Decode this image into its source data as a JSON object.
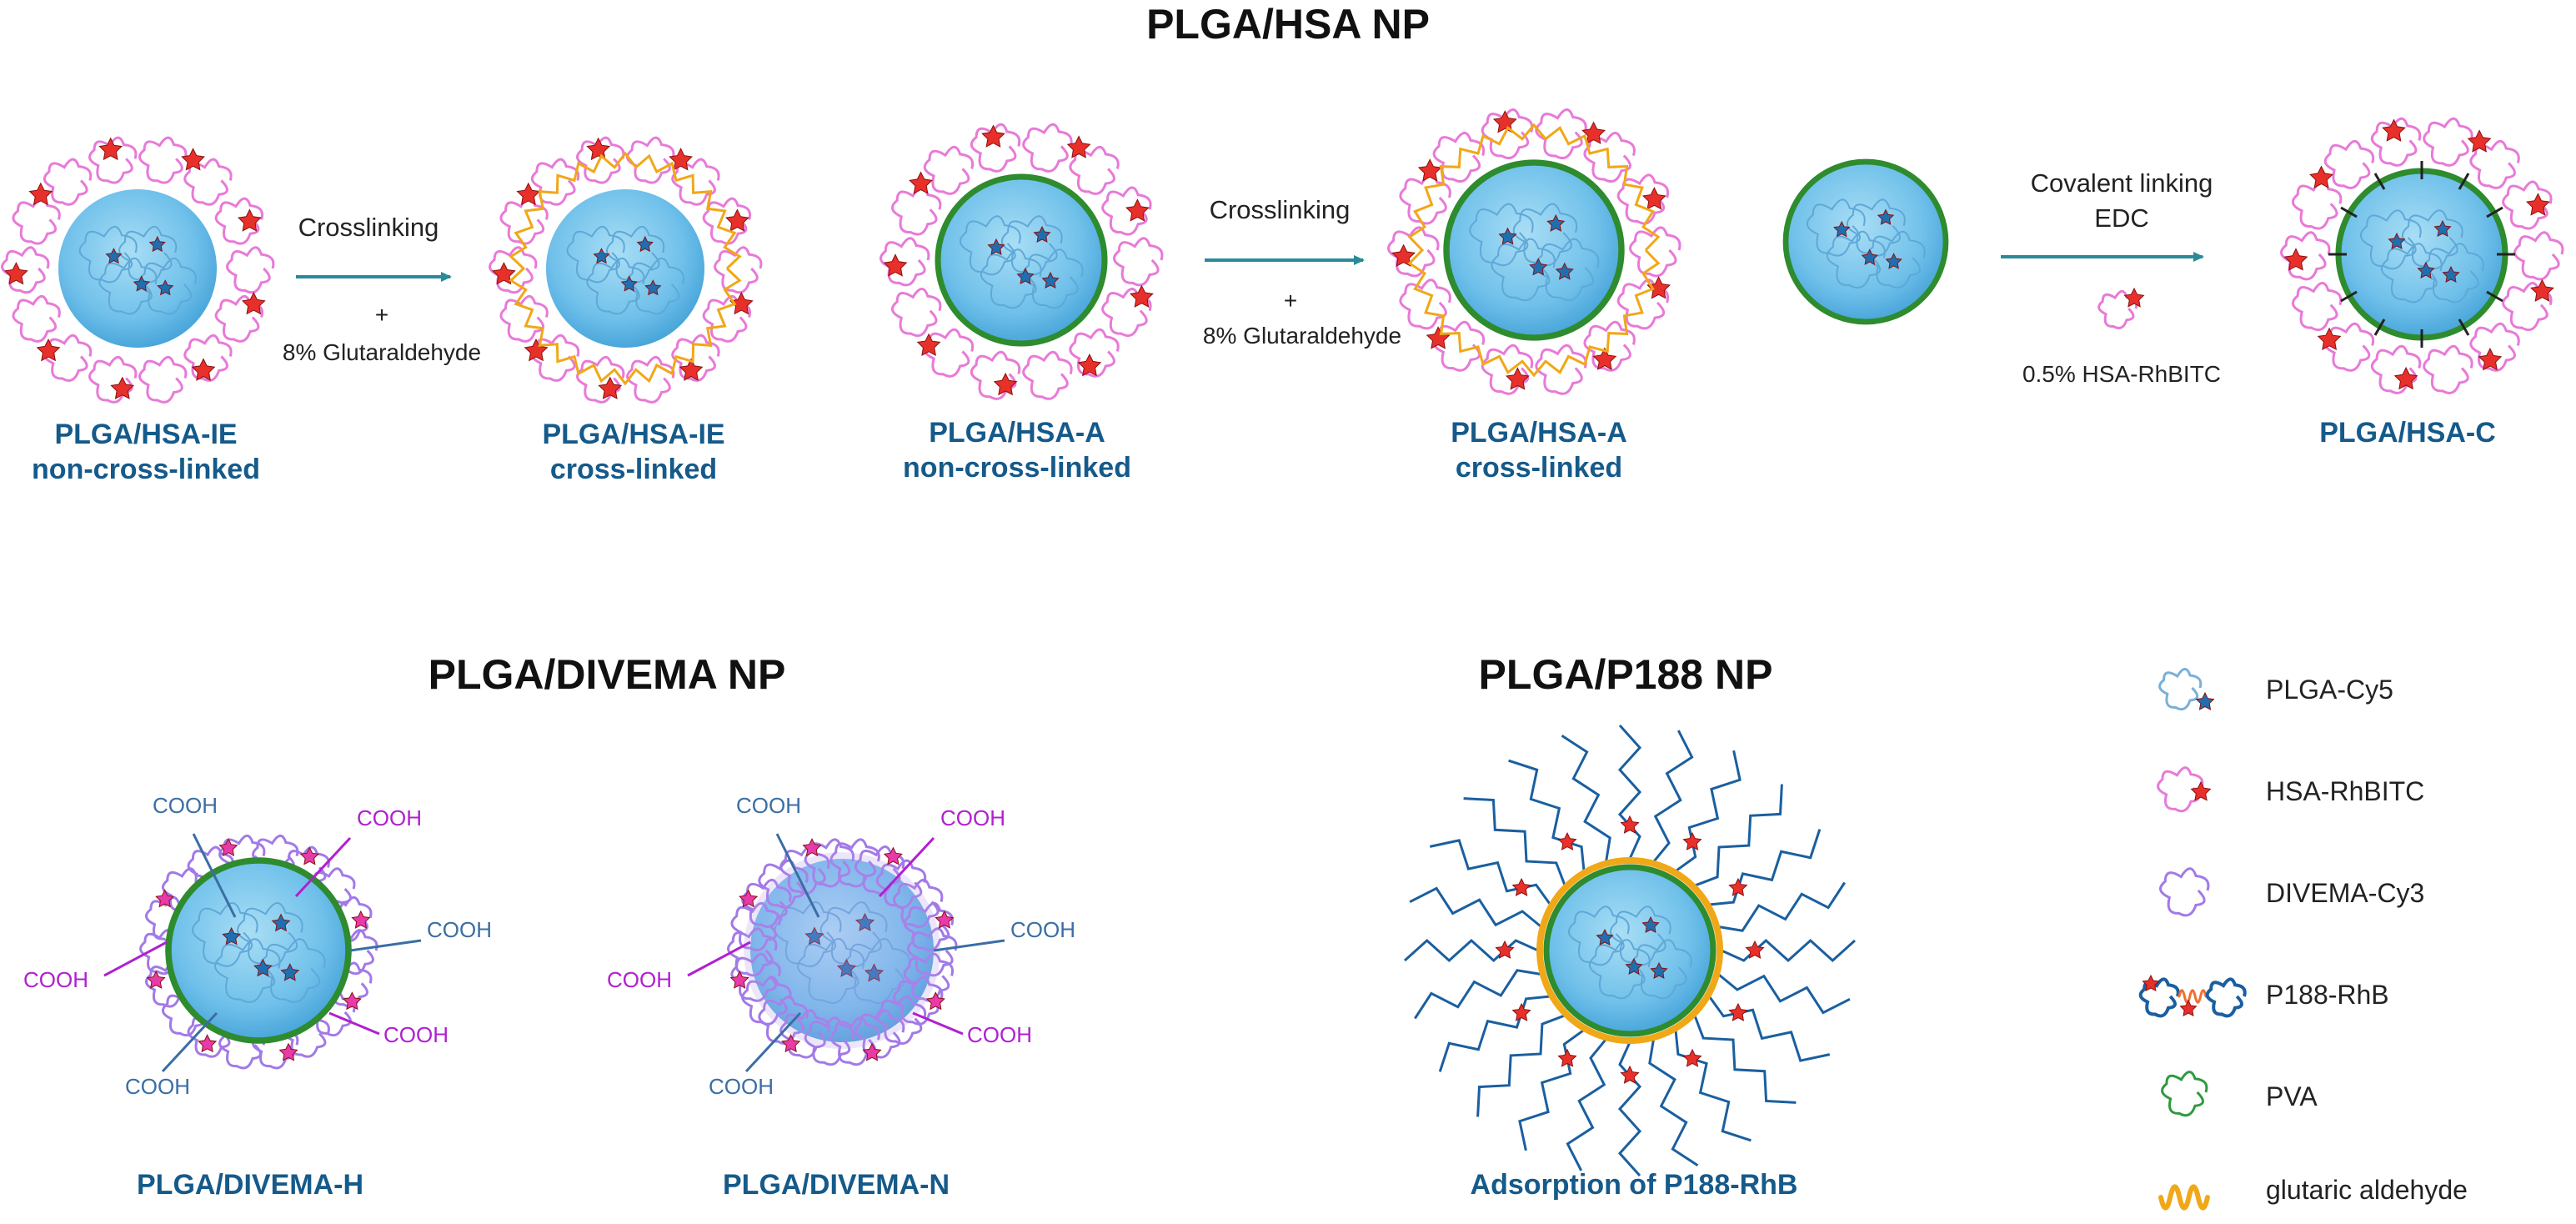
{
  "titles": {
    "hsa": "PLGA/HSA NP",
    "divema": "PLGA/DIVEMA NP",
    "p188": "PLGA/P188 NP"
  },
  "hsa_row": {
    "particles": [
      {
        "line1": "PLGA/HSA-IE",
        "line2": "non-cross-linked"
      },
      {
        "line1": "PLGA/HSA-IE",
        "line2": "cross-linked"
      },
      {
        "line1": "PLGA/HSA-A",
        "line2": "non-cross-linked"
      },
      {
        "line1": "PLGA/HSA-A",
        "line2": "cross-linked"
      },
      {
        "line1": "PLGA/HSA-C",
        "line2": ""
      }
    ],
    "step1": {
      "label": "Crosslinking",
      "plus": "+",
      "reagent": "8% Glutaraldehyde"
    },
    "step2": {
      "label": "Crosslinking",
      "plus": "+",
      "reagent": "8% Glutaraldehyde"
    },
    "step3": {
      "label1": "Covalent linking",
      "label2": "EDC",
      "reagent": "0.5% HSA-RhBITC"
    }
  },
  "divema_row": {
    "h_label": "PLGA/DIVEMA-H",
    "n_label": "PLGA/DIVEMA-N",
    "cooh": "COOH"
  },
  "p188_row": {
    "label": "Adsorption of P188-RhB"
  },
  "legend": [
    {
      "label": "PLGA-Cy5",
      "icon": "plga-cy5-icon"
    },
    {
      "label": "HSA-RhBITC",
      "icon": "hsa-rhbitc-icon"
    },
    {
      "label": "DIVEMA-Cy3",
      "icon": "divema-cy3-icon"
    },
    {
      "label": "P188-RhB",
      "icon": "p188-rhb-icon"
    },
    {
      "label": "PVA",
      "icon": "pva-icon"
    },
    {
      "label": "glutaric aldehyde",
      "icon": "glutaric-aldehyde-icon"
    }
  ],
  "colors": {
    "core": "#7cc8ec",
    "core_dark": "#4a9fd0",
    "pva_shell": "#2e8b2e",
    "hsa": "#e87ad8",
    "star_red": "#e8302a",
    "divema": "#a27ae8",
    "p188": "#1a5fa0",
    "glutaraldehyde": "#f0a818",
    "caption": "#155a8a",
    "arrow": "#2a8a9a"
  }
}
